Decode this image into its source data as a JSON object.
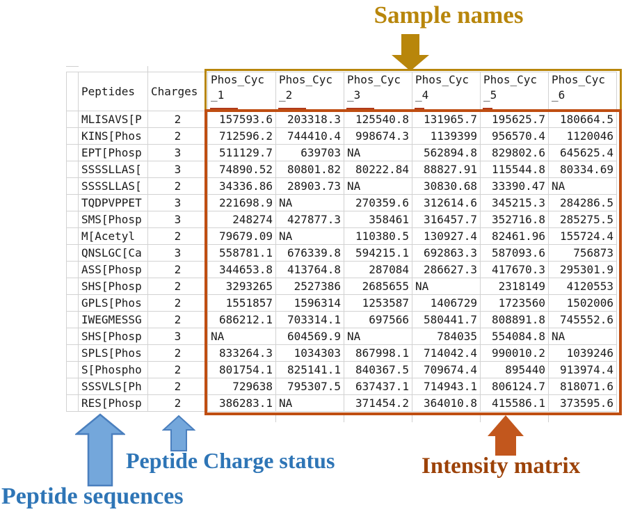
{
  "annotations": {
    "sample_names": "Sample names",
    "peptide_sequences": "Peptide sequences",
    "peptide_charge_status": "Peptide Charge status",
    "intensity_matrix": "Intensity matrix"
  },
  "colors": {
    "gold": "#B8860B",
    "yellow": "#FFFF00",
    "blueHeader": "#9CBDE4",
    "blueText": "#2E75B6",
    "blueArrowFill": "#74A7DB",
    "blueArrowStroke": "#4A7FBE",
    "orangeBorder": "#BF4E12",
    "orangeArrow": "#C2571D",
    "orangeText": "#9C4208",
    "grid": "#D2D2D2"
  },
  "table": {
    "peptides_header": "Peptides",
    "charges_header": "Charges",
    "sample_headers": [
      "Phos_Cyc_1",
      "Phos_Cyc_2",
      "Phos_Cyc_3",
      "Phos_Cyc_4",
      "Phos_Cyc_5",
      "Phos_Cyc_6"
    ],
    "na_text": "NA",
    "rows": [
      {
        "peptide": "MLISAVS[P",
        "charge": "2",
        "values": [
          "157593.6",
          "203318.3",
          "125540.8",
          "131965.7",
          "195625.7",
          "180664.5"
        ]
      },
      {
        "peptide": "KINS[Phos",
        "charge": "2",
        "values": [
          "712596.2",
          "744410.4",
          "998674.3",
          "1139399",
          "956570.4",
          "1120046"
        ]
      },
      {
        "peptide": "EPT[Phosp",
        "charge": "3",
        "values": [
          "511129.7",
          "639703",
          "NA",
          "562894.8",
          "829802.6",
          "645625.4"
        ]
      },
      {
        "peptide": "SSSSLLAS[",
        "charge": "3",
        "values": [
          "74890.52",
          "80801.82",
          "80222.84",
          "88827.91",
          "115544.8",
          "80334.69"
        ]
      },
      {
        "peptide": "SSSSLLAS[",
        "charge": "2",
        "values": [
          "34336.86",
          "28903.73",
          "NA",
          "30830.68",
          "33390.47",
          "NA"
        ]
      },
      {
        "peptide": "TQDPVPPET",
        "charge": "3",
        "values": [
          "221698.9",
          "NA",
          "270359.6",
          "312614.6",
          "345215.3",
          "284286.5"
        ]
      },
      {
        "peptide": "SMS[Phosp",
        "charge": "3",
        "values": [
          "248274",
          "427877.3",
          "358461",
          "316457.7",
          "352716.8",
          "285275.5"
        ]
      },
      {
        "peptide": "M[Acetyl",
        "charge": "2",
        "values": [
          "79679.09",
          "NA",
          "110380.5",
          "130927.4",
          "82461.96",
          "155724.4"
        ]
      },
      {
        "peptide": "QNSLGC[Ca",
        "charge": "3",
        "values": [
          "558781.1",
          "676339.8",
          "594215.1",
          "692863.3",
          "587093.6",
          "756873"
        ]
      },
      {
        "peptide": "ASS[Phosp",
        "charge": "2",
        "values": [
          "344653.8",
          "413764.8",
          "287084",
          "286627.3",
          "417670.3",
          "295301.9"
        ]
      },
      {
        "peptide": "SHS[Phosp",
        "charge": "2",
        "values": [
          "3293265",
          "2527386",
          "2685655",
          "NA",
          "2318149",
          "4120553"
        ]
      },
      {
        "peptide": "GPLS[Phos",
        "charge": "2",
        "values": [
          "1551857",
          "1596314",
          "1253587",
          "1406729",
          "1723560",
          "1502006"
        ]
      },
      {
        "peptide": "IWEGMESSG",
        "charge": "2",
        "values": [
          "686212.1",
          "703314.1",
          "697566",
          "580441.7",
          "808891.8",
          "745552.6"
        ]
      },
      {
        "peptide": "SHS[Phosp",
        "charge": "3",
        "values": [
          "NA",
          "604569.9",
          "NA",
          "784035",
          "554084.8",
          "NA"
        ]
      },
      {
        "peptide": "SPLS[Phos",
        "charge": "2",
        "values": [
          "833264.3",
          "1034303",
          "867998.1",
          "714042.4",
          "990010.2",
          "1039246"
        ]
      },
      {
        "peptide": "S[Phospho",
        "charge": "2",
        "values": [
          "801754.1",
          "825141.1",
          "840367.5",
          "709674.4",
          "895440",
          "913974.4"
        ]
      },
      {
        "peptide": "SSSVLS[Ph",
        "charge": "2",
        "values": [
          "729638",
          "795307.5",
          "637437.1",
          "714943.1",
          "806124.7",
          "818071.6"
        ]
      },
      {
        "peptide": "RES[Phosp",
        "charge": "2",
        "values": [
          "386283.1",
          "NA",
          "371454.2",
          "364010.8",
          "415586.1",
          "373595.6"
        ]
      }
    ]
  }
}
